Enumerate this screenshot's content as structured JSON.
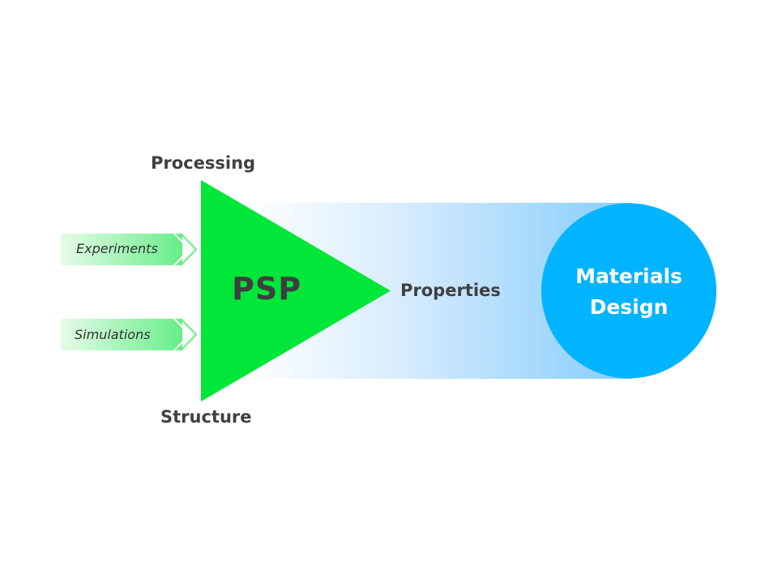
{
  "diagram": {
    "core_label": "PSP",
    "processing_label": "Processing",
    "structure_label": "Structure",
    "properties_label": "Properties",
    "inputs": [
      {
        "label": "Experiments"
      },
      {
        "label": "Simulations"
      }
    ],
    "goal": {
      "line1": "Materials",
      "line2": "Design"
    },
    "colors": {
      "core_green": "#00e639",
      "input_green_light": "#e6fbe9",
      "input_green_dark": "#66ee88",
      "flow_blue_start": "#ffffff",
      "flow_blue_end": "#85cdfc",
      "goal_blue": "#00b4ff",
      "text_dark": "#404040"
    }
  }
}
